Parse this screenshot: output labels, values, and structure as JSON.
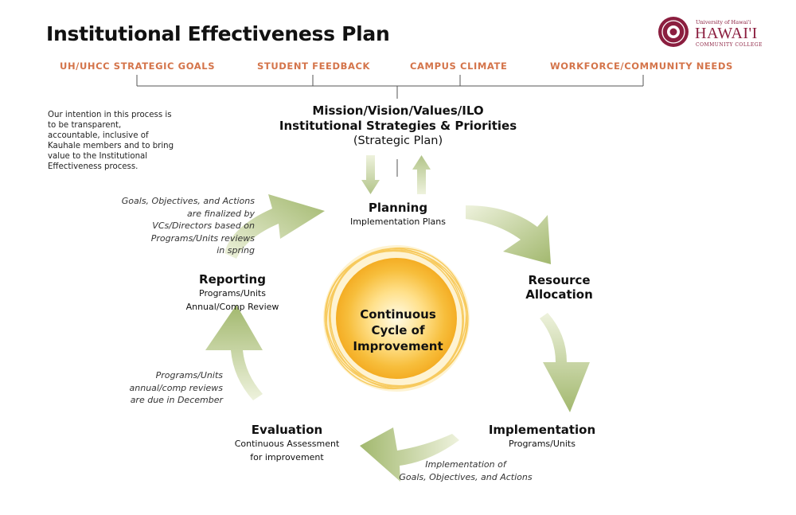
{
  "title": "Institutional Effectiveness Plan",
  "logo": {
    "line1": "University of Hawai'i",
    "line2": "HAWAI'I",
    "line3": "Community College",
    "icon": "university-seal-icon",
    "color": "#8b1e3f"
  },
  "inputs": [
    "UH/UHCC STRATEGIC GOALS",
    "STUDENT FEEDBACK",
    "CAMPUS CLIMATE",
    "WORKFORCE/COMMUNITY NEEDS"
  ],
  "intention": "Our intention in this process is to be transparent, accountable, inclusive of Kauhale members and to bring value to the Institutional Effectiveness process.",
  "mission": {
    "line1": "Mission/Vision/Values/ILO",
    "line2": "Institutional Strategies & Priorities",
    "line3": "(Strategic Plan)"
  },
  "center": {
    "line1": "Continuous",
    "line2": "Cycle of",
    "line3": "Improvement"
  },
  "stages": {
    "planning": {
      "title": "Planning",
      "sub1": "Implementation Plans"
    },
    "resource": {
      "title1": "Resource",
      "title2": "Allocation"
    },
    "implementation": {
      "title": "Implementation",
      "sub1": "Programs/Units"
    },
    "evaluation": {
      "title": "Evaluation",
      "sub1": "Continuous Assessment",
      "sub2": "for improvement"
    },
    "reporting": {
      "title": "Reporting",
      "sub1": "Programs/Units",
      "sub2": "Annual/Comp Review"
    }
  },
  "notes": {
    "reporting_to_planning": [
      "Goals, Objectives, and Actions",
      "are finalized by",
      "VCs/Directors based on",
      "Programs/Units reviews",
      "in spring"
    ],
    "evaluation_to_reporting": [
      "Programs/Units",
      "annual/comp reviews",
      "are due in December"
    ],
    "implementation_to_evaluation": [
      "Implementation of",
      "Goals, Objectives, and Actions"
    ]
  },
  "colors": {
    "accent": "#d4744a",
    "arrow_green": "#a8bd78",
    "sun_core": "#f5b52d",
    "sun_glow": "#fde6a6"
  }
}
